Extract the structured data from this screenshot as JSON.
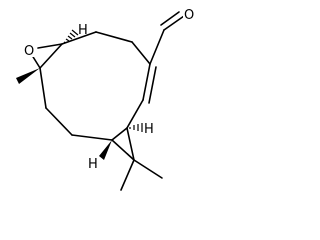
{
  "diagram": {
    "kind": "skeletal-structure",
    "atom_labels": {
      "epoxide_oxygen": "O",
      "aldehyde_oxygen": "O",
      "hydrogen_upper_left": "H",
      "hydrogen_cyclopropane_top": "H",
      "hydrogen_cyclopropane_bottom": "H"
    },
    "stereo_bonds": {
      "epoxide_c_h": "hashed-wedge",
      "epoxide_c_methyl": "solid-wedge",
      "cyclopropane_top_c_h": "hashed-wedge",
      "cyclopropane_bottom_c_h": "solid-wedge"
    },
    "colors": {
      "bond": "#000000",
      "background": "#ffffff"
    }
  }
}
